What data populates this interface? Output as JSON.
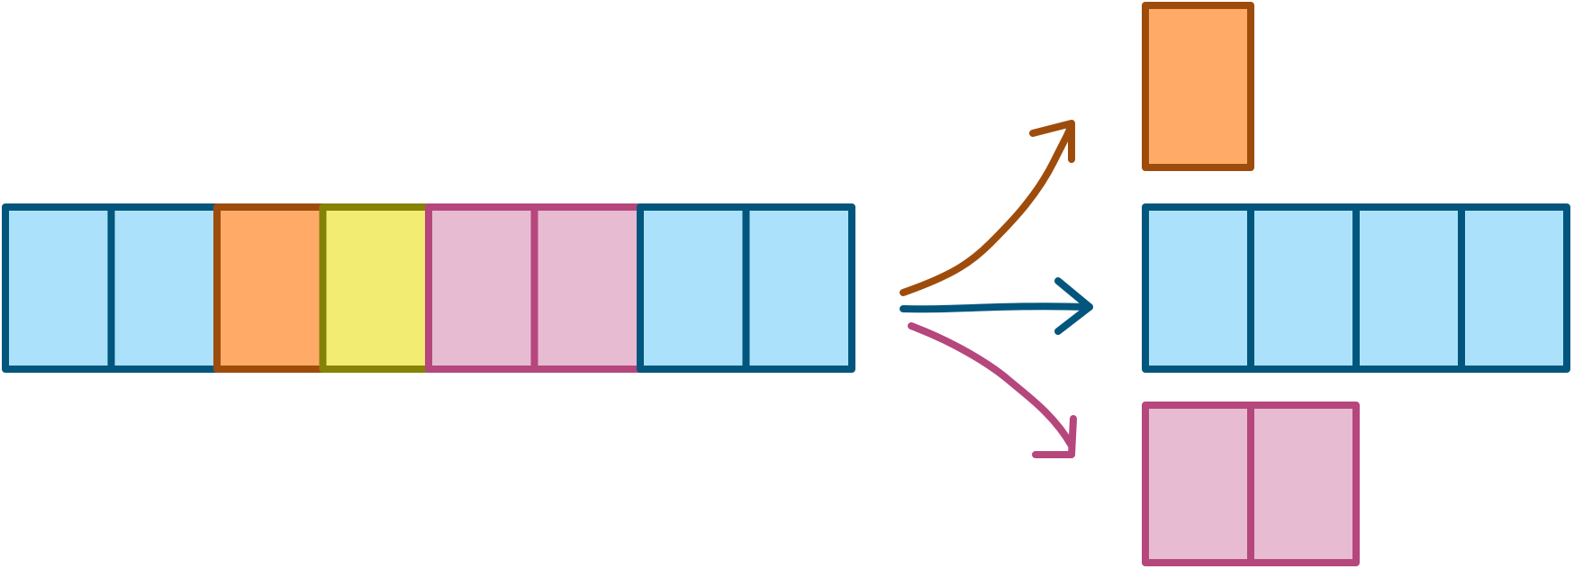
{
  "colors": {
    "blue": {
      "fill": "#abe1fa",
      "stroke": "#02567d"
    },
    "orange": {
      "fill": "#ffab67",
      "stroke": "#9e4c0c"
    },
    "yellow": {
      "fill": "#f3ec72",
      "stroke": "#868206"
    },
    "pink": {
      "fill": "#e7bbd1",
      "stroke": "#b5477d"
    }
  },
  "input_sequence": [
    "blue",
    "blue",
    "orange",
    "yellow",
    "pink",
    "pink",
    "blue",
    "blue"
  ],
  "output_groups": [
    {
      "color": "orange",
      "count": 1
    },
    {
      "color": "blue",
      "count": 4
    },
    {
      "color": "pink",
      "count": 2
    }
  ],
  "arrows": [
    {
      "target": "orange-group",
      "color": "orange"
    },
    {
      "target": "blue-group",
      "color": "blue"
    },
    {
      "target": "pink-group",
      "color": "pink"
    }
  ]
}
